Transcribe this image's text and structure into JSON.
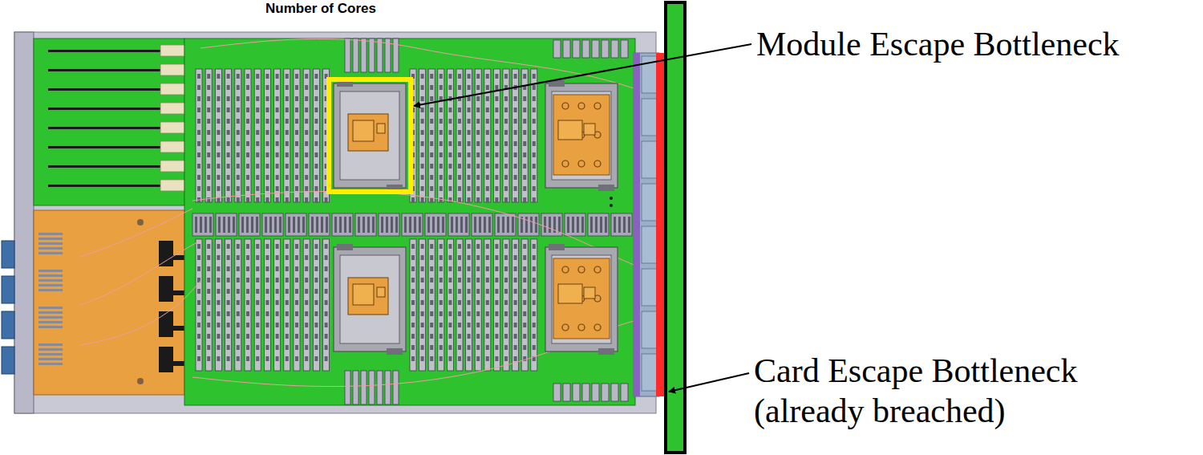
{
  "diagram": {
    "labels": [
      "Number of Cores",
      "Module Escape Bottleneck",
      "Card Escape Bottleneck (already breached)"
    ]
  }
}
